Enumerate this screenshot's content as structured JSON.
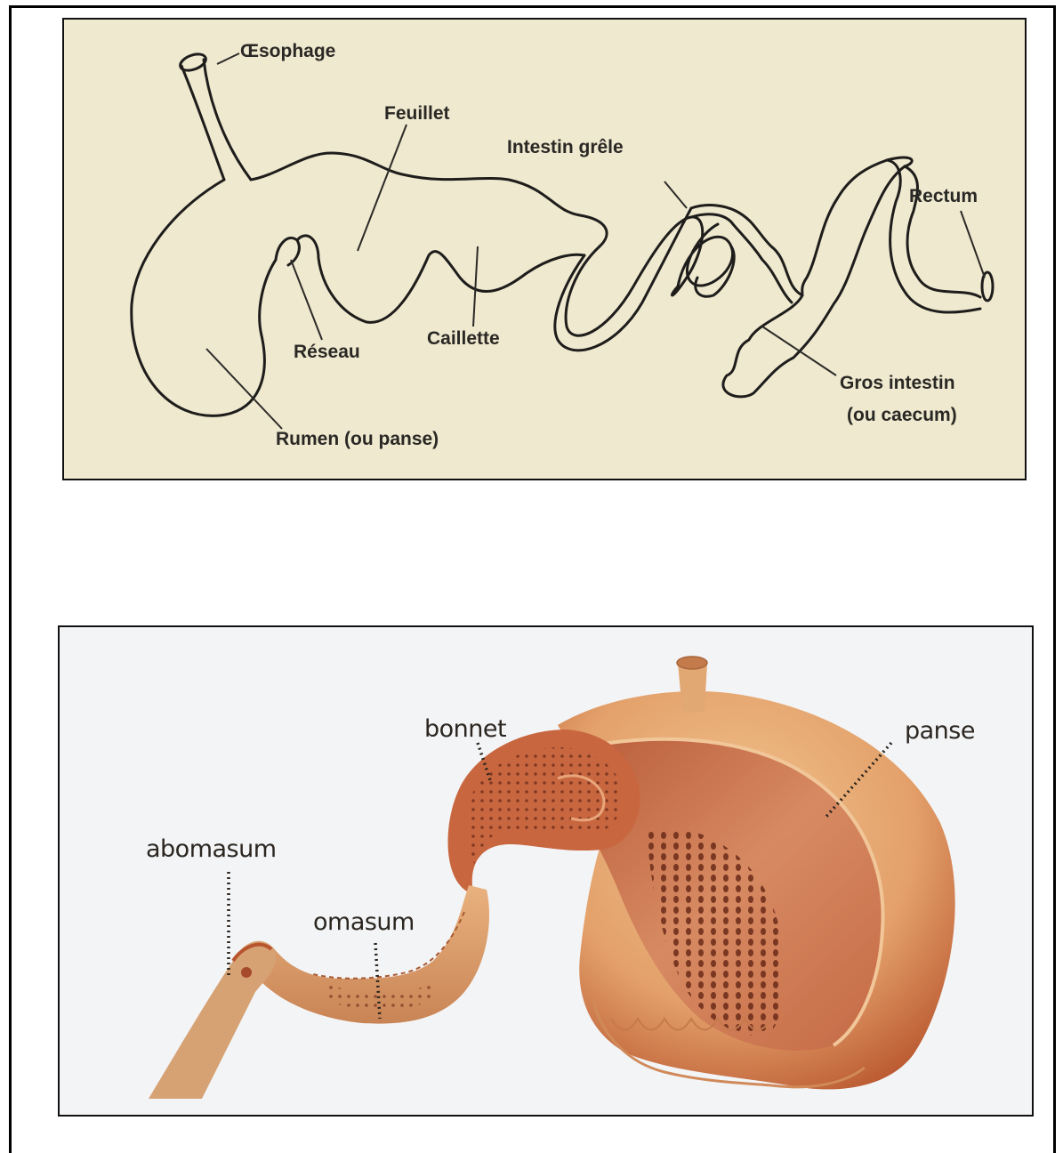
{
  "top_diagram": {
    "background": "#efe9d0",
    "labels": {
      "oesophage": "Œsophage",
      "feuillet": "Feuillet",
      "intestin_grele": "Intestin grêle",
      "rectum": "Rectum",
      "reseau": "Réseau",
      "caillette": "Caillette",
      "gros_intestin_line1": "Gros intestin",
      "gros_intestin_line2": "(ou caecum)",
      "rumen": "Rumen (ou panse)"
    }
  },
  "bottom_diagram": {
    "background": "#f3f4f6",
    "colors": {
      "outer": "#e8b07a",
      "inner": "#c0623a",
      "dark": "#6a2a18"
    },
    "labels": {
      "bonnet": "bonnet",
      "panse": "panse",
      "abomasum": "abomasum",
      "omasum": "omasum"
    }
  }
}
